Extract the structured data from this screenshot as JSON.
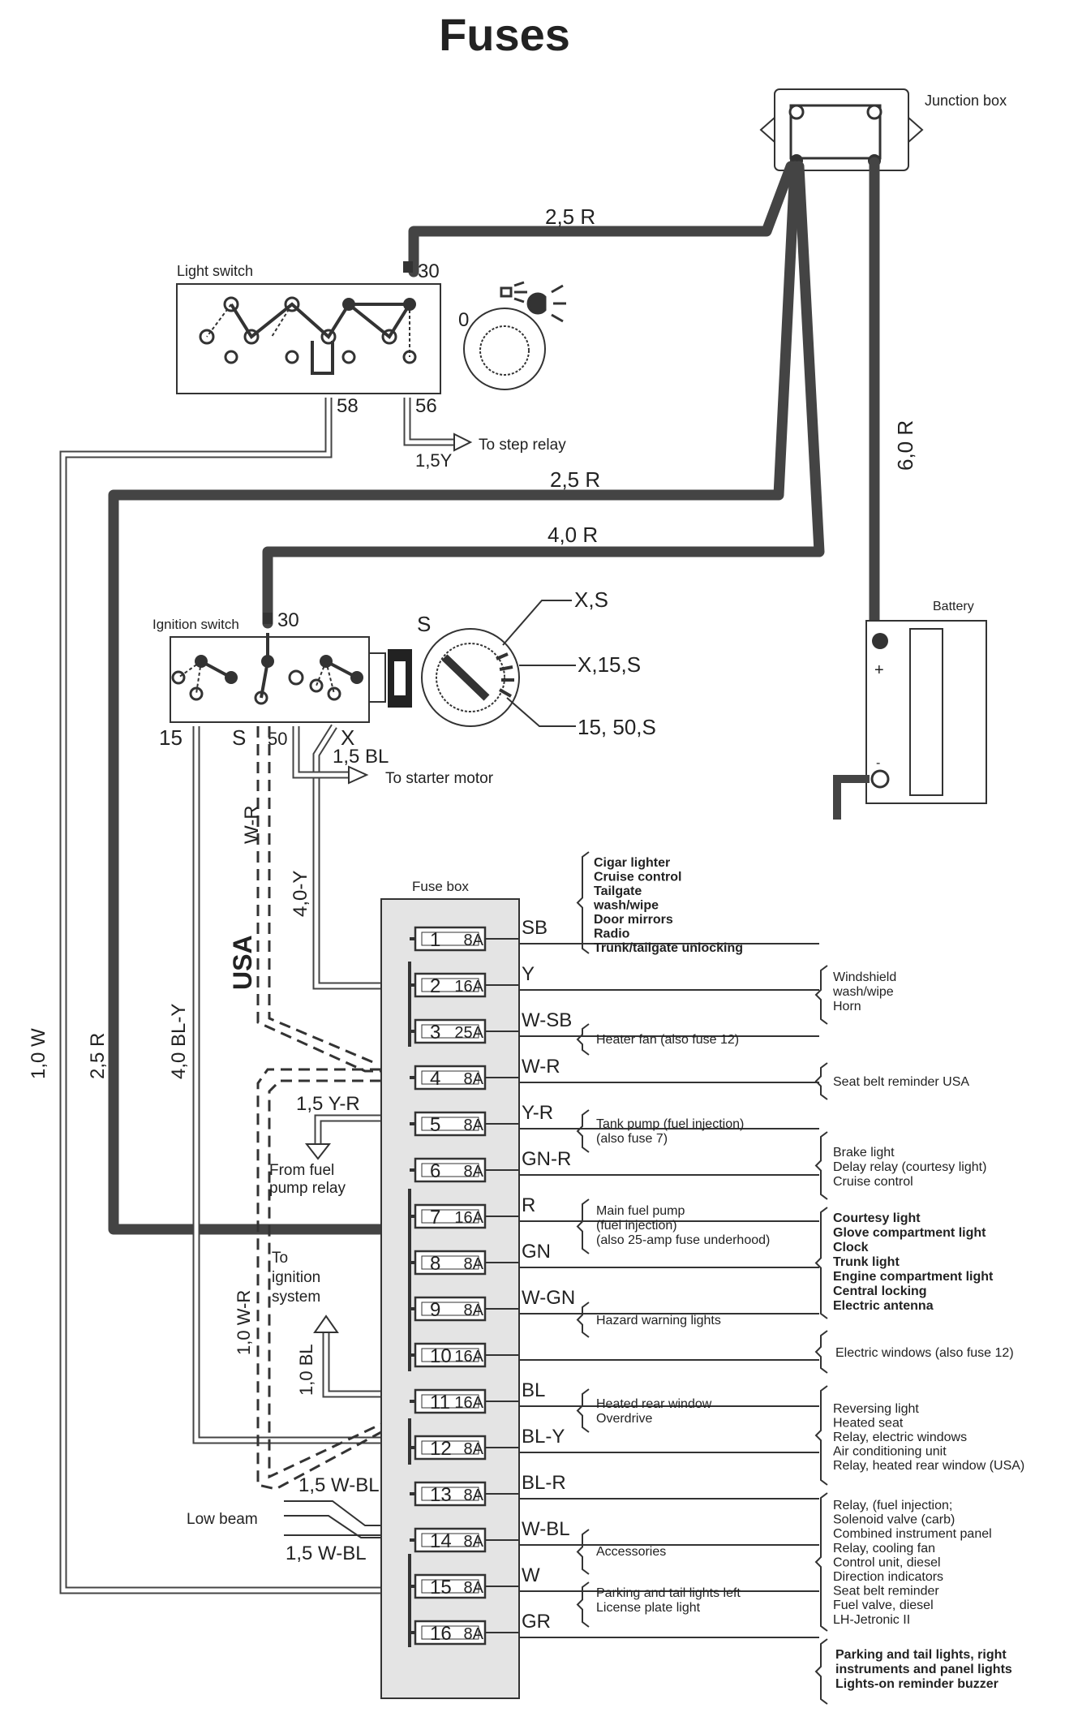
{
  "title": "Fuses",
  "components": {
    "junction_box": "Junction box",
    "light_switch": "Light switch",
    "ignition_switch": "Ignition switch",
    "battery": "Battery",
    "fuse_box": "Fuse box"
  },
  "light_switch": {
    "terminal_30": "30",
    "terminal_58": "58",
    "terminal_56": "56",
    "knob_zero": "0"
  },
  "ignition_switch": {
    "terminal_30": "30",
    "term_15": "15",
    "term_s": "S",
    "term_50": "50",
    "term_x": "X",
    "key_s": "S",
    "pos1": "X,S",
    "pos2": "X,15,S",
    "pos3": "15, 50,S"
  },
  "wires": {
    "w_25r_top": "2,5 R",
    "w_25r_mid": "2,5  R",
    "w_40r": "4,0 R",
    "w_60r": "6,0 R",
    "w_15y": "1,5Y",
    "w_15bl": "1,5 BL",
    "w_wr": "W-R",
    "w_40y": "4,0-Y",
    "w_usa": "USA",
    "w_40bly": "4,0 BL-Y",
    "w_25r_left": "2,5 R",
    "w_10w": "1,0 W",
    "w_15yr": "1,5  Y-R",
    "w_10wr": "1,0 W-R",
    "w_10bl": "1,0 BL",
    "w_15wbl_a": "1,5 W-BL",
    "w_15wbl_b": "1,5 W-BL"
  },
  "destinations": {
    "step_relay": "To step relay",
    "starter_motor": "To starter motor",
    "fuel_pump_relay": "From fuel pump relay",
    "ignition_system": "To ignition system",
    "low_beam": "Low beam"
  },
  "fuses": [
    {
      "num": "1",
      "amp": "8A",
      "code": "SB"
    },
    {
      "num": "2",
      "amp": "16A",
      "code": "Y"
    },
    {
      "num": "3",
      "amp": "25A",
      "code": "W-SB"
    },
    {
      "num": "4",
      "amp": "8A",
      "code": "W-R"
    },
    {
      "num": "5",
      "amp": "8A",
      "code": "Y-R"
    },
    {
      "num": "6",
      "amp": "8A",
      "code": "GN-R"
    },
    {
      "num": "7",
      "amp": "16A",
      "code": "R"
    },
    {
      "num": "8",
      "amp": "8A",
      "code": "GN"
    },
    {
      "num": "9",
      "amp": "8A",
      "code": "W-GN"
    },
    {
      "num": "10",
      "amp": "16A",
      "code": ""
    },
    {
      "num": "11",
      "amp": "16A",
      "code": "BL"
    },
    {
      "num": "12",
      "amp": "8A",
      "code": "BL-Y"
    },
    {
      "num": "13",
      "amp": "8A",
      "code": "BL-R"
    },
    {
      "num": "14",
      "amp": "8A",
      "code": "W-BL"
    },
    {
      "num": "15",
      "amp": "8A",
      "code": "W"
    },
    {
      "num": "16",
      "amp": "8A",
      "code": "GR"
    }
  ],
  "inner_notes": {
    "sb": [
      "Cigar lighter",
      "Cruise control",
      "Tailgate",
      "wash/wipe",
      "Door mirrors",
      "Radio",
      "Trunk/tailgate unlocking"
    ],
    "wsb": [
      "Heater fan (also fuse 12)"
    ],
    "yr": [
      "Tank pump (fuel injection)",
      "(also fuse 7)"
    ],
    "r": [
      "Main fuel pump",
      "(fuel injection)",
      "(also 25-amp fuse underhood)"
    ],
    "wgn": [
      "Hazard warning lights"
    ],
    "bl": [
      "Heated rear window",
      "Overdrive"
    ],
    "wbl": [
      "Accessories"
    ],
    "w": [
      "Parking and tail lights left",
      "License plate light"
    ]
  },
  "outer_notes": {
    "y": [
      "Windshield",
      "wash/wipe",
      "Horn"
    ],
    "wr": [
      "Seat belt reminder USA"
    ],
    "gnr": [
      "Brake light",
      "Delay relay (courtesy light)",
      "Cruise control"
    ],
    "gn": [
      "Courtesy light",
      "Glove compartment light",
      "Clock",
      "Trunk light",
      "Engine compartment light",
      "Central locking",
      "Electric antenna"
    ],
    "f10": [
      "Electric windows (also fuse 12)"
    ],
    "bly": [
      "Reversing light",
      "Heated seat",
      "Relay, electric windows",
      "Air conditioning unit",
      "Relay, heated rear window (USA)"
    ],
    "blr": [
      "Relay, (fuel injection;",
      "Solenoid valve (carb)",
      "Combined instrument panel",
      "Relay, cooling fan",
      "Control unit, diesel",
      "Direction indicators",
      "Seat belt reminder",
      "Fuel valve, diesel",
      "LH-Jetronic II"
    ],
    "gr": [
      "Parking and tail lights, right",
      "instruments and panel lights",
      "Lights-on reminder buzzer"
    ]
  },
  "colors": {
    "wire": "#444444",
    "fusebox": "#e4e4e4"
  }
}
